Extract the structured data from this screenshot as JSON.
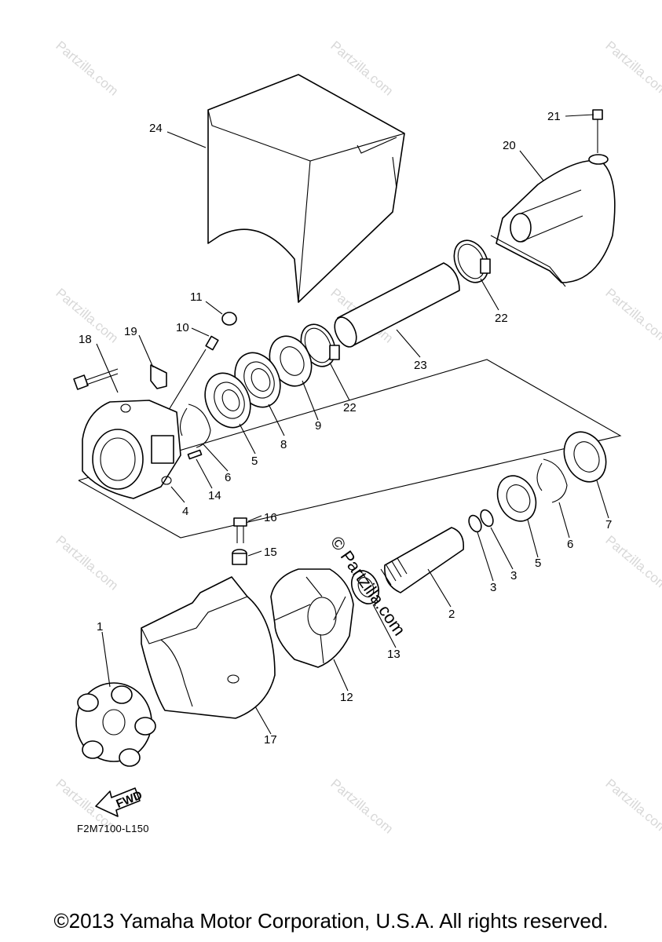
{
  "diagram": {
    "callouts": [
      "24",
      "21",
      "20",
      "22",
      "23",
      "11",
      "10",
      "19",
      "18",
      "22",
      "9",
      "8",
      "5",
      "6",
      "14",
      "4",
      "7",
      "6",
      "5",
      "3",
      "3",
      "2",
      "16",
      "15",
      "13",
      "12",
      "1",
      "17"
    ],
    "fwd_label": "FWD",
    "drawing_code": "F2M7100-L150",
    "watermark": "© Partzilla.com",
    "watermark_small": "Partzilla.com"
  },
  "footer": {
    "copyright": "©2013 Yamaha Motor Corporation, U.S.A. All rights reserved."
  }
}
